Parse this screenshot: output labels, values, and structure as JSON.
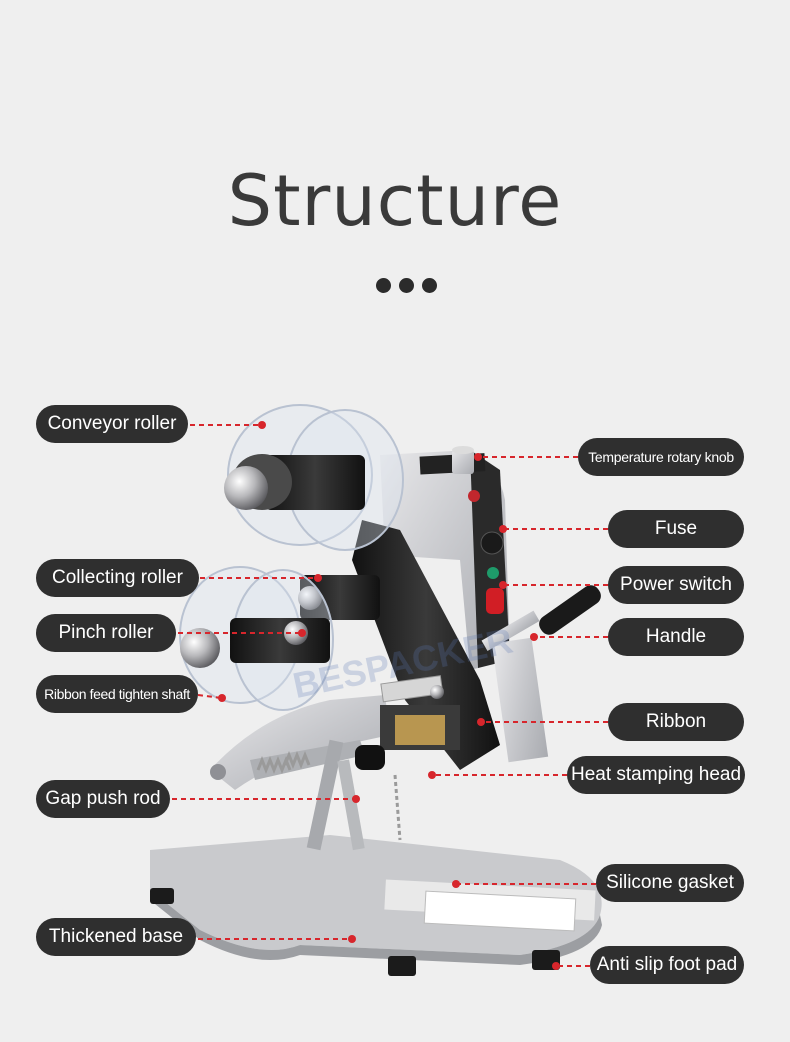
{
  "title": "Structure",
  "brand_watermark": "BESPACKER",
  "labels": {
    "conveyor_roller": "Conveyor roller",
    "collecting_roller": "Collecting roller",
    "pinch_roller": "Pinch roller",
    "ribbon_feed_tighten_shaft": "Ribbon feed tighten shaft",
    "gap_push_rod": "Gap push rod",
    "thickened_base": "Thickened base",
    "temperature_rotary_knob": "Temperature rotary knob",
    "fuse": "Fuse",
    "power_switch": "Power switch",
    "handle": "Handle",
    "ribbon": "Ribbon",
    "heat_stamping_head": "Heat stamping head",
    "silicone_gasket": "Silicone gasket",
    "anti_slip_foot_pad": "Anti slip foot pad"
  },
  "colors": {
    "background": "#efefef",
    "label_bg": "#2f2f2f",
    "label_text": "#ffffff",
    "leader_line": "#d7262c",
    "title": "#3a3a3a"
  }
}
